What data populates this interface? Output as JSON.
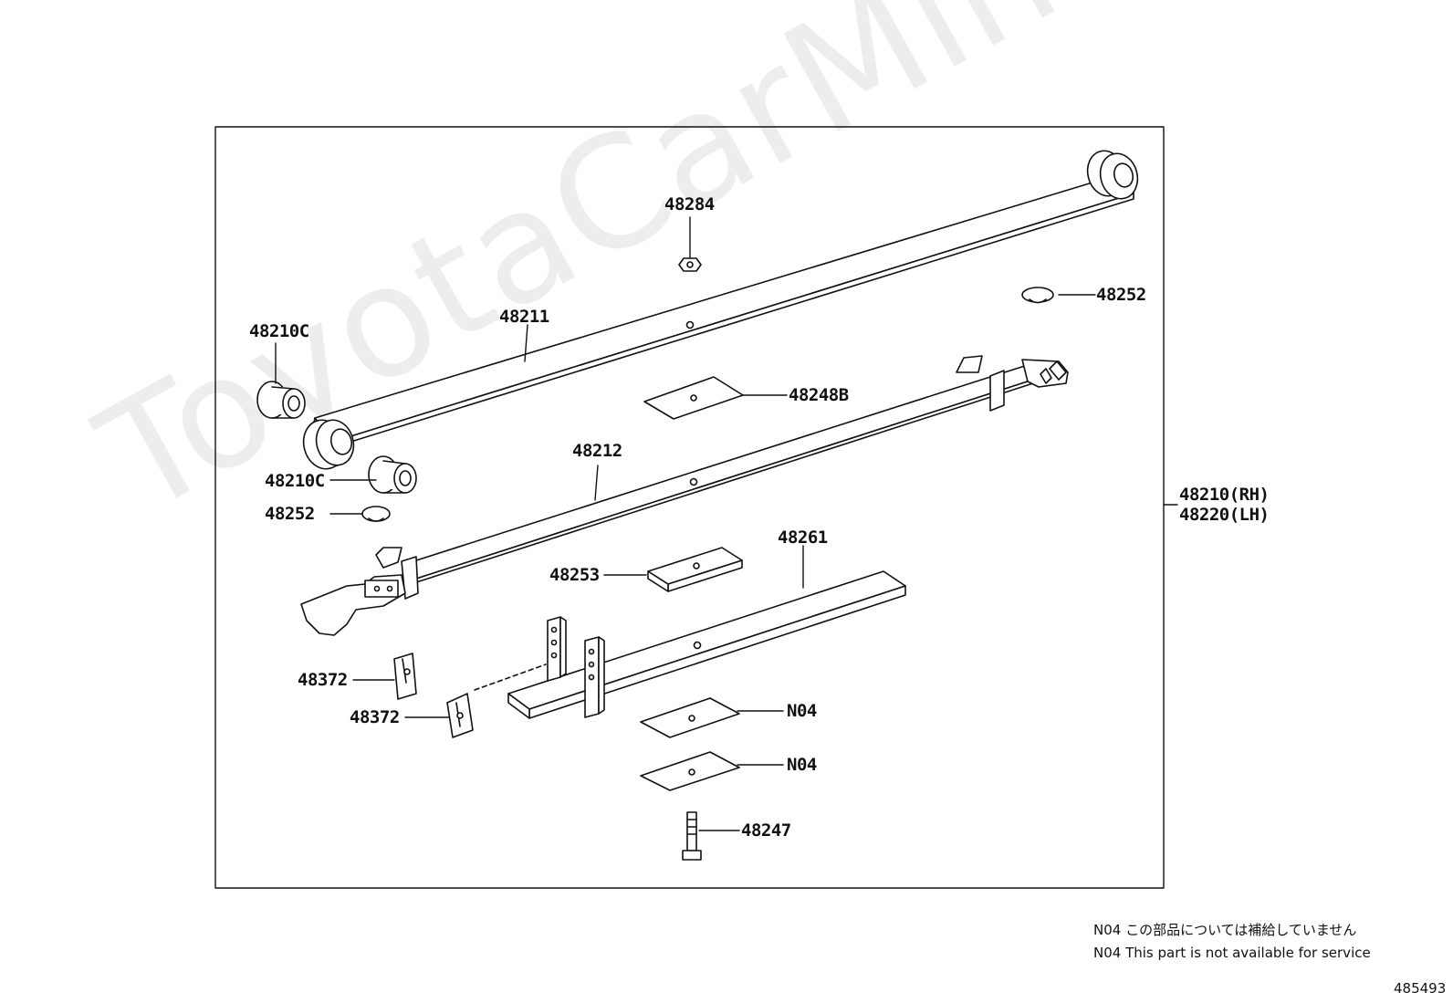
{
  "watermark": "ToyotaCarMine.ru",
  "callouts": {
    "p48284": "48284",
    "p48252_top": "48252",
    "p48210c_top": "48210C",
    "p48211": "48211",
    "p48248b": "48248B",
    "p48212": "48212",
    "p48210c_bot": "48210C",
    "p48252_bot": "48252",
    "p48261": "48261",
    "p48253": "48253",
    "p48372_a": "48372",
    "p48372_b": "48372",
    "n04_a": "N04",
    "n04_b": "N04",
    "p48247": "48247",
    "assembly_rh": "48210(RH)",
    "assembly_lh": "48220(LH)"
  },
  "notes": {
    "jp": "N04 この部品については補給していません",
    "en": "N04 This part is not available for service"
  },
  "figure_id": "485493",
  "colors": {
    "line": "#111111",
    "fill": "#ffffff",
    "watermark": "#000000"
  }
}
